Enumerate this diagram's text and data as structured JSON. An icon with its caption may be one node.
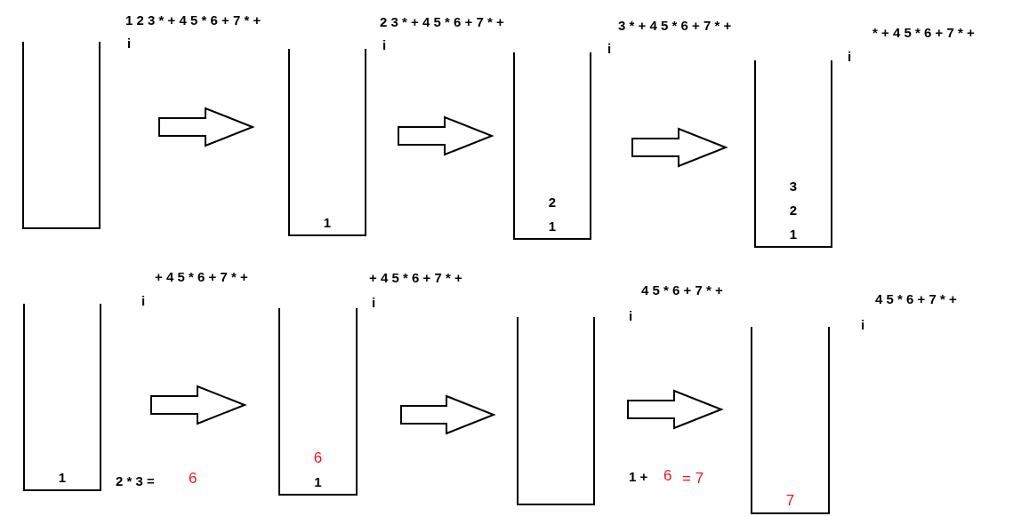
{
  "diagram": {
    "nodes": [
      {
        "text": [],
        "shape": "box"
      },
      {
        "text": [
          "1"
        ]
      },
      {
        "text": [
          "2",
          "1"
        ]
      },
      {
        "text": [
          "3",
          "2",
          "1"
        ]
      },
      {
        "text": [
          "1"
        ]
      },
      {
        "text": [
          "6",
          "1"
        ]
      },
      {
        "text": [],
        "shape": "box"
      },
      {
        "text": [
          "7"
        ]
      }
    ],
    "edges": [
      {
        "from": 0,
        "to": 1,
        "arrow": "to"
      },
      {
        "from": 1,
        "to": 2,
        "arrow": "to"
      },
      {
        "from": 2,
        "to": 3,
        "arrow": "to"
      },
      {
        "from": 4,
        "to": 5,
        "arrow": "to"
      },
      {
        "from": 5,
        "to": 6,
        "arrow": "to"
      },
      {
        "from": 6,
        "to": 7,
        "arrow": "to"
      }
    ],
    "labels": [
      "1 2 3 * + 4 5 * 6 + 7 * +",
      "i",
      "2 3 * + 4 5 * 6 + 7 * +",
      "i",
      "3 * + 4 5 * 6 + 7 * +",
      "i",
      "* + 4 5 * 6 + 7 * +",
      "i",
      "+ 4 5 * 6 + 7 * +",
      "i",
      "+ 4 5 * 6 + 7 * +",
      "i",
      "4 5 * 6 + 7 * +",
      "i",
      "4 5 * 6 + 7 * +",
      "i",
      "2 * 3 =",
      "6",
      "1 +",
      "6",
      "= 7"
    ]
  }
}
